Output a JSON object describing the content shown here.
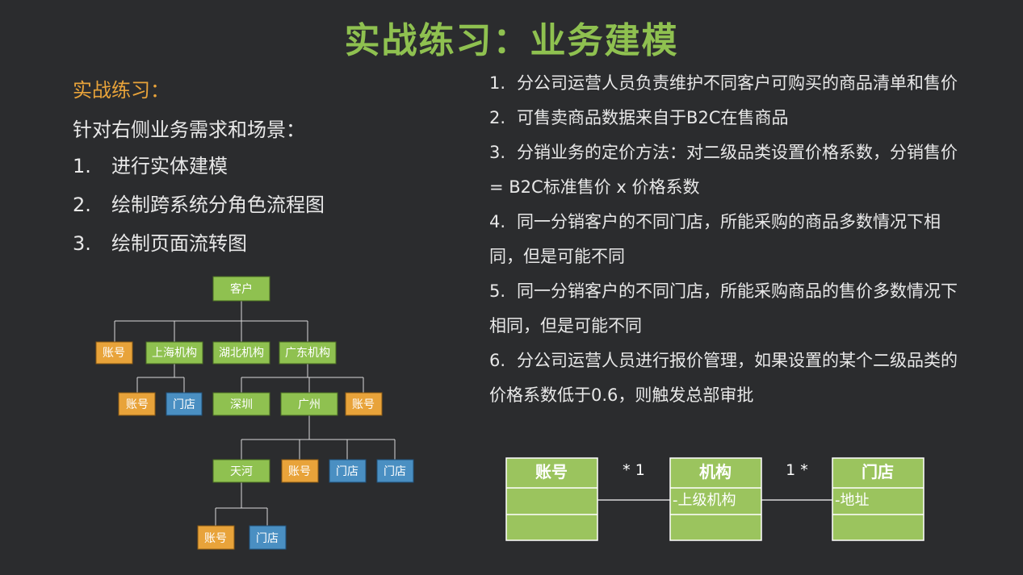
{
  "title": "实战练习：业务建模",
  "left": {
    "heading": "实战练习：",
    "intro": "针对右侧业务需求和场景：",
    "steps": [
      {
        "num": "1.",
        "text": "进行实体建模"
      },
      {
        "num": "2.",
        "text": "绘制跨系统分角色流程图"
      },
      {
        "num": "3.",
        "text": "绘制页面流转图"
      }
    ]
  },
  "requirements": [
    {
      "num": "1.",
      "text": "分公司运营人员负责维护不同客户可购买的商品清单和售价"
    },
    {
      "num": "2.",
      "text": "可售卖商品数据来自于B2C在售商品"
    },
    {
      "num": "3.",
      "text": "分销业务的定价方法：对二级品类设置价格系数，分销售价 = B2C标准售价 x 价格系数"
    },
    {
      "num": "4.",
      "text": "同一分销客户的不同门店，所能采购的商品多数情况下相同，但是可能不同"
    },
    {
      "num": "5.",
      "text": "同一分销客户的不同门店，所能采购商品的售价多数情况下相同，但是可能不同"
    },
    {
      "num": "6.",
      "text": "分公司运营人员进行报价管理，如果设置的某个二级品类的价格系数低于0.6，则触发总部审批"
    }
  ],
  "tree": {
    "root": "客户",
    "level1": [
      "账号",
      "上海机构",
      "湖北机构",
      "广东机构"
    ],
    "shanghai_children": [
      "账号",
      "门店"
    ],
    "guangdong_children": [
      "深圳",
      "广州",
      "账号"
    ],
    "guangzhou_children": [
      "天河",
      "账号",
      "门店",
      "门店"
    ],
    "tianhe_children": [
      "账号",
      "门店"
    ]
  },
  "uml": {
    "classes": [
      {
        "name": "账号",
        "attr": ""
      },
      {
        "name": "机构",
        "attr": "-上级机构"
      },
      {
        "name": "门店",
        "attr": "-地址"
      }
    ],
    "assoc1": "* 1",
    "assoc2": "1 *"
  },
  "colors": {
    "background": "#2b2c2e",
    "title": "#8fc150",
    "heading": "#e8a33a",
    "green_node": "#8fc150",
    "orange_node": "#e8a33a",
    "blue_node": "#4a8fc2",
    "uml_fill": "#9bc45e"
  }
}
